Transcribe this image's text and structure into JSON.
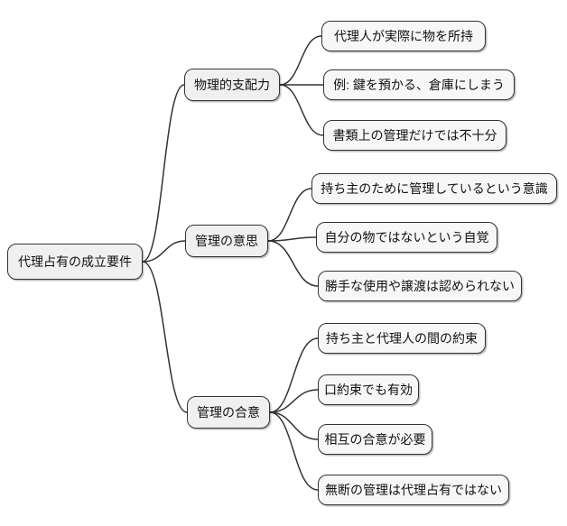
{
  "diagram": {
    "type": "mindmap",
    "root": {
      "label": "代理占有の成立要件"
    },
    "branches": [
      {
        "label": "物理的支配力",
        "children": [
          {
            "label": "代理人が実際に物を所持"
          },
          {
            "label": "例: 鍵を預かる、倉庫にしまう"
          },
          {
            "label": "書類上の管理だけでは不十分"
          }
        ]
      },
      {
        "label": "管理の意思",
        "children": [
          {
            "label": "持ち主のために管理しているという意識"
          },
          {
            "label": "自分の物ではないという自覚"
          },
          {
            "label": "勝手な使用や譲渡は認められない"
          }
        ]
      },
      {
        "label": "管理の合意",
        "children": [
          {
            "label": "持ち主と代理人の間の約束"
          },
          {
            "label": "口約束でも有効"
          },
          {
            "label": "相互の合意が必要"
          },
          {
            "label": "無断の管理は代理占有ではない"
          }
        ]
      }
    ],
    "colors": {
      "background": "#ffffff",
      "node_fill": "#f0f0f0",
      "leaf_fill": "#f7f7f7",
      "border": "#333333",
      "line": "#333333",
      "text": "#111111"
    }
  }
}
